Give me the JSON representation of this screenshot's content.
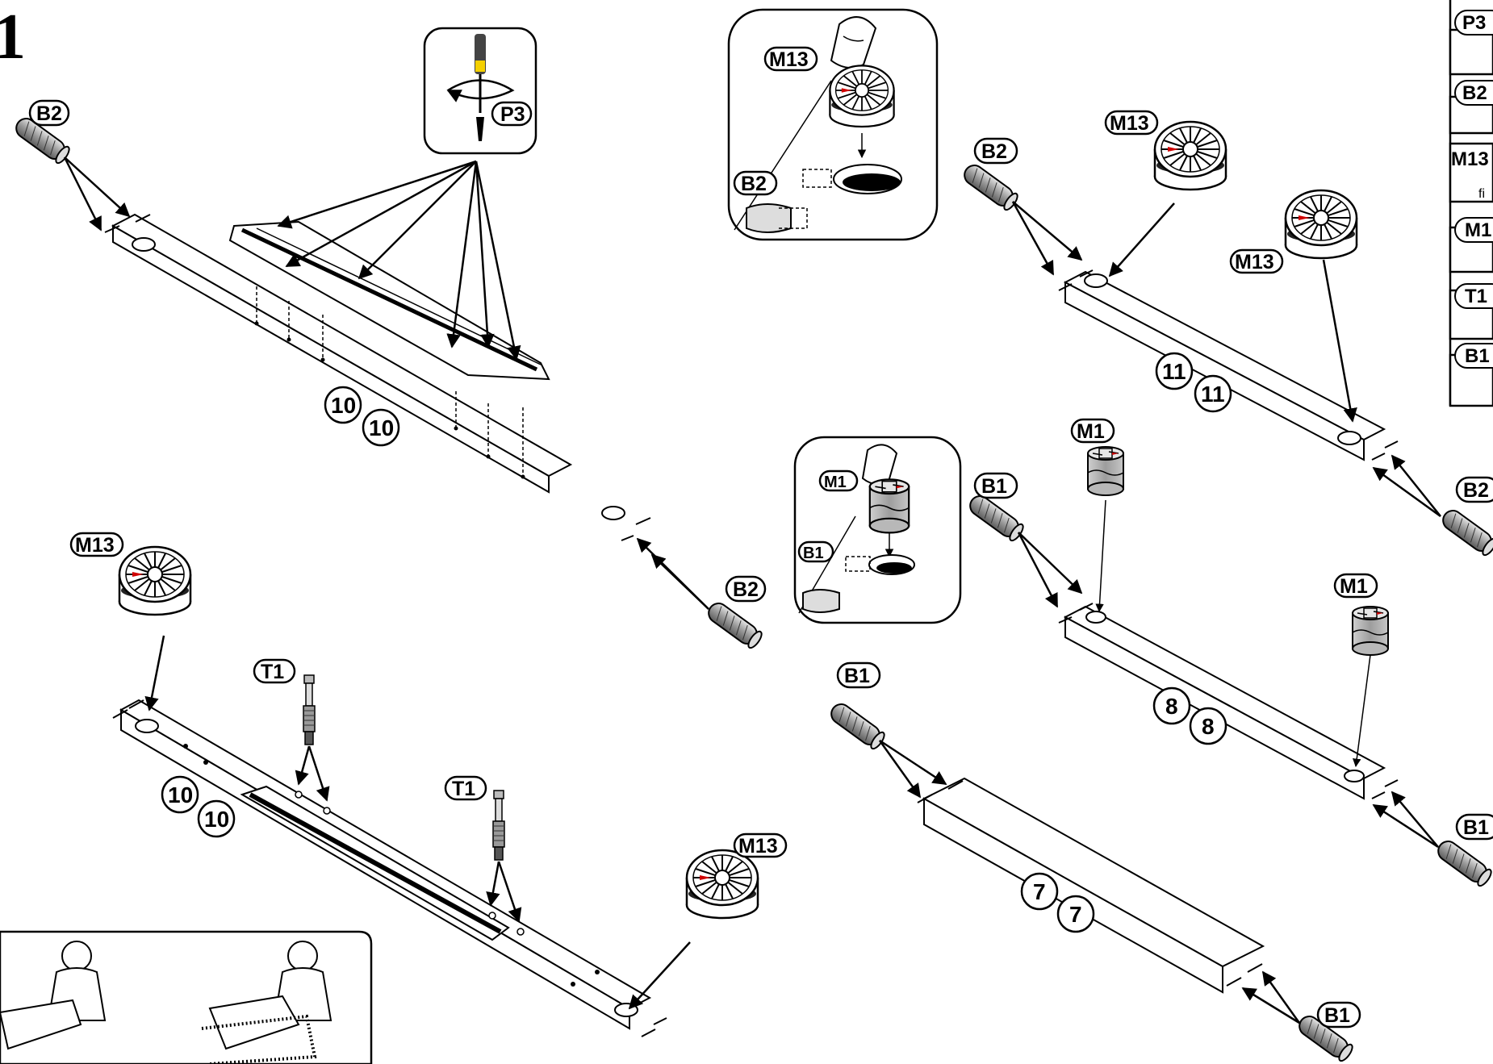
{
  "step_number": "1",
  "parts": {
    "p3": "P3",
    "b2": "B2",
    "b1": "B1",
    "m13": "M13",
    "m1": "M1",
    "t1": "T1"
  },
  "panel_labels": {
    "top_left": [
      "10",
      "10"
    ],
    "bottom_left": [
      "10",
      "10"
    ],
    "top_right": [
      "11",
      "11"
    ],
    "middle_right": [
      "8",
      "8"
    ],
    "bottom_right": [
      "7",
      "7"
    ]
  },
  "side_legend": {
    "items": [
      "P3",
      "B2",
      "M13",
      "M1",
      "T1",
      "B1"
    ],
    "m13_note": "fi"
  },
  "icons": {
    "screwdriver": "screwdriver-icon",
    "finger": "finger-press-icon",
    "people": "two-person-assembly-icon"
  }
}
